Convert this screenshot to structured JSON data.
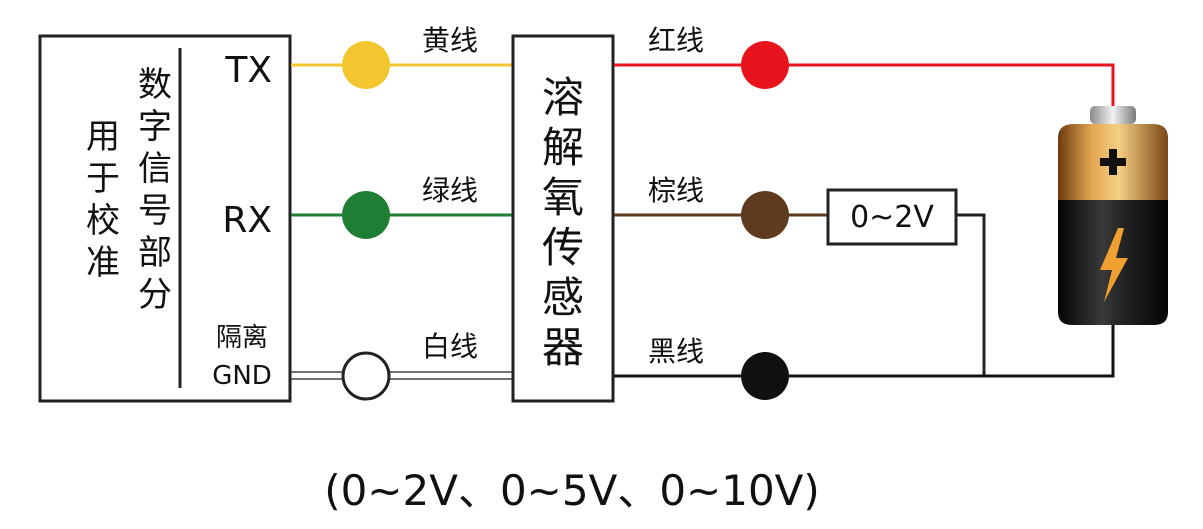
{
  "left_box": {
    "calibration_label": "用于校准",
    "digital_label": "数字信号部分",
    "tx": "TX",
    "rx": "RX",
    "isolated": "隔离",
    "gnd": "GND"
  },
  "left_wires": {
    "yellow": {
      "label": "黄线",
      "color": "#f3c62f"
    },
    "green": {
      "label": "绿线",
      "color": "#1e7e34"
    },
    "white": {
      "label": "白线",
      "color": "#ffffff"
    }
  },
  "sensor_label": "溶解氧传感器",
  "right_wires": {
    "red": {
      "label": "红线",
      "color": "#e8141d"
    },
    "brown": {
      "label": "棕线",
      "color": "#5e3b1e"
    },
    "black": {
      "label": "黑线",
      "color": "#111111"
    }
  },
  "output_box": "0~2V",
  "range_caption": "(0~2V、0~5V、0~10V)",
  "colors": {
    "line": "#222222",
    "battery_gold": "#c8892c",
    "battery_body": "#1a1a1a",
    "bolt": "#f0a030"
  }
}
